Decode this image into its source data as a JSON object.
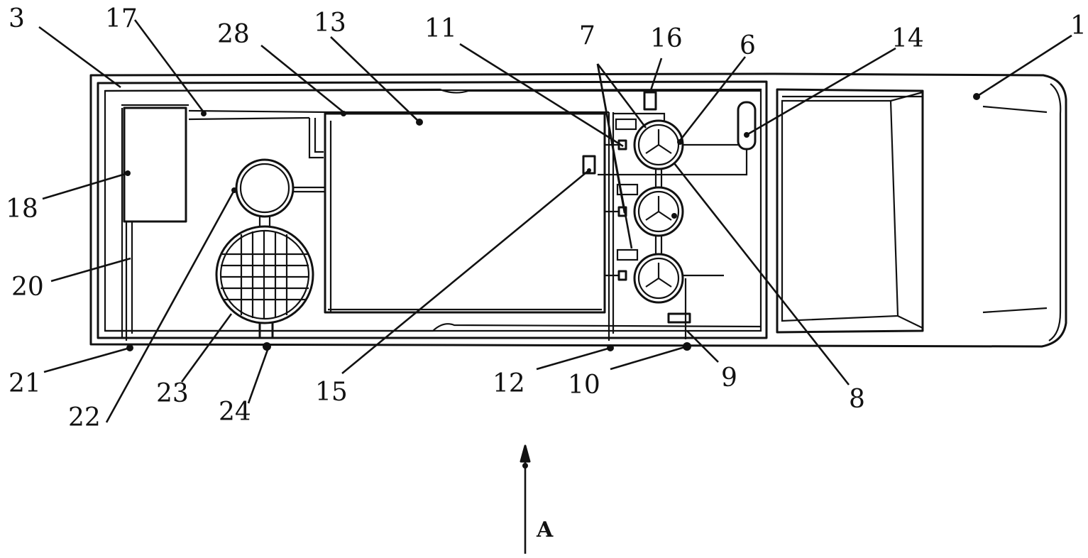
{
  "diagram": {
    "callouts": {
      "c1": "1",
      "c3": "3",
      "c6": "6",
      "c7": "7",
      "c8": "8",
      "c9": "9",
      "c10": "10",
      "c11": "11",
      "c12": "12",
      "c13": "13",
      "c14": "14",
      "c15": "15",
      "c16": "16",
      "c17": "17",
      "c18": "18",
      "c20": "20",
      "c21": "21",
      "c22": "22",
      "c23": "23",
      "c24": "24",
      "c28": "28"
    },
    "view_arrow_label": "A"
  }
}
